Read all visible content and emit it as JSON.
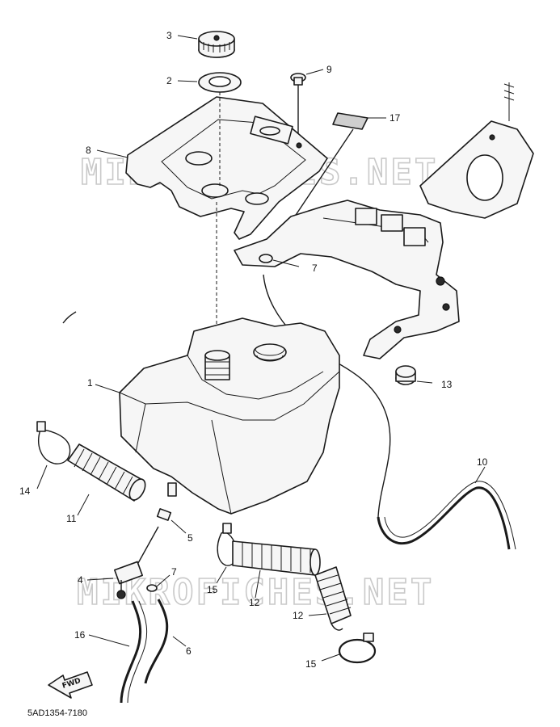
{
  "watermark": {
    "text": "MIKROFICHES.NET"
  },
  "figure_code": "5AD1354-7180",
  "fwd_label": "FWD",
  "callouts": {
    "c1": "1",
    "c2": "2",
    "c3": "3",
    "c4": "4",
    "c5": "5",
    "c6": "6",
    "c7a": "7",
    "c7b": "7",
    "c8": "8",
    "c9": "9",
    "c10": "10",
    "c11": "11",
    "c12a": "12",
    "c12b": "12",
    "c13": "13",
    "c14": "14",
    "c15a": "15",
    "c15b": "15",
    "c16": "16",
    "c17": "17"
  }
}
